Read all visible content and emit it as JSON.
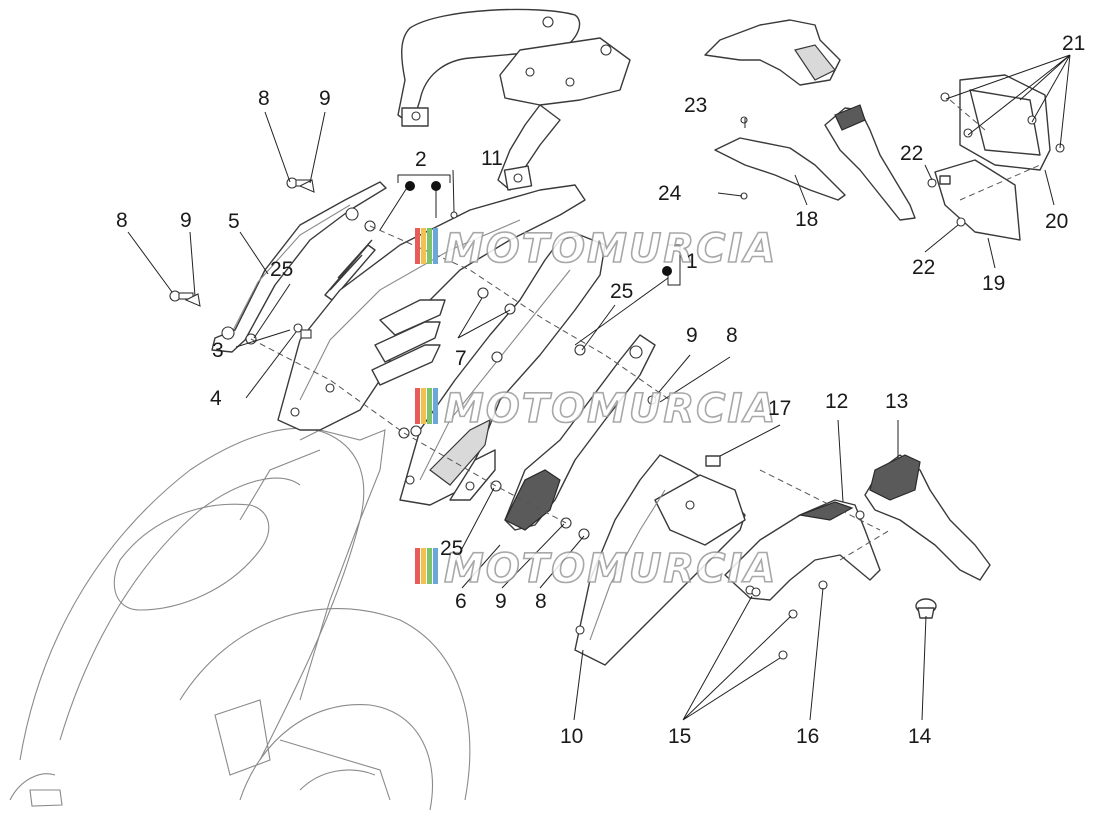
{
  "watermark": {
    "text": "MOTOMURCIA",
    "stripe_colors": [
      "#e85b5b",
      "#f2c14e",
      "#7cc36a",
      "#6aa8d8"
    ]
  },
  "callouts": {
    "c1": "1",
    "c2": "2",
    "c3": "3",
    "c4": "4",
    "c5": "5",
    "c6": "6",
    "c7": "7",
    "c8a": "8",
    "c8b": "8",
    "c8c": "8",
    "c8d": "8",
    "c9a": "9",
    "c9b": "9",
    "c9c": "9",
    "c9d": "9",
    "c10": "10",
    "c11": "11",
    "c12": "12",
    "c13": "13",
    "c14": "14",
    "c15": "15",
    "c16": "16",
    "c17": "17",
    "c18": "18",
    "c19": "19",
    "c20": "20",
    "c21": "21",
    "c22a": "22",
    "c22b": "22",
    "c23": "23",
    "c24": "24",
    "c25a": "25",
    "c25b": "25",
    "c25c": "25"
  }
}
